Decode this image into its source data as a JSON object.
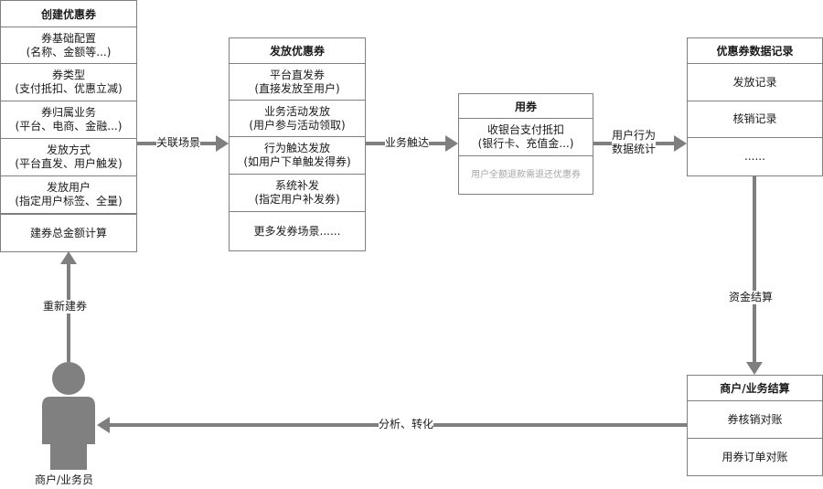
{
  "create_box": {
    "title": "创建优惠券",
    "rows": [
      [
        "券基础配置",
        "(名称、金额等...)"
      ],
      [
        "券类型",
        "(支付抵扣、优惠立减)"
      ],
      [
        "券归属业务",
        "(平台、电商、金融...)"
      ],
      [
        "发放方式",
        "(平台直发、用户触发)"
      ],
      [
        "发放用户",
        "(指定用户标签、全量)"
      ],
      [
        "建券总金额计算"
      ]
    ]
  },
  "issue_box": {
    "title": "发放优惠券",
    "rows": [
      [
        "平台直发券",
        "(直接发放至用户)"
      ],
      [
        "业务活动发放",
        "(用户参与活动领取)"
      ],
      [
        "行为触达发放",
        "(如用户下单触发得券)"
      ],
      [
        "系统补发",
        "(指定用户补发券)"
      ],
      [
        "更多发券场景......"
      ]
    ]
  },
  "use_box": {
    "title": "用券",
    "rows": [
      [
        "收银台支付抵扣",
        "(银行卡、充值金...)"
      ],
      [
        "用户全额退款需退还优惠券"
      ]
    ]
  },
  "record_box": {
    "title": "优惠券数据记录",
    "rows": [
      "发放记录",
      "核销记录",
      "......"
    ]
  },
  "settle_box": {
    "title": "商户/业务结算",
    "rows": [
      "券核销对账",
      "用券订单对账"
    ]
  },
  "edges": {
    "create_to_issue": "关联场景",
    "issue_to_use": "业务触达",
    "use_to_record_line1": "用户行为",
    "use_to_record_line2": "数据统计",
    "record_to_settle": "资金结算",
    "settle_to_person": "分析、转化",
    "person_to_create": "重新建券"
  },
  "person": {
    "label": "商户/业务员",
    "icon": "person-icon"
  },
  "colors": {
    "arrow": "#7f7f7f",
    "person": "#808080",
    "border": "#7f7f7f"
  }
}
